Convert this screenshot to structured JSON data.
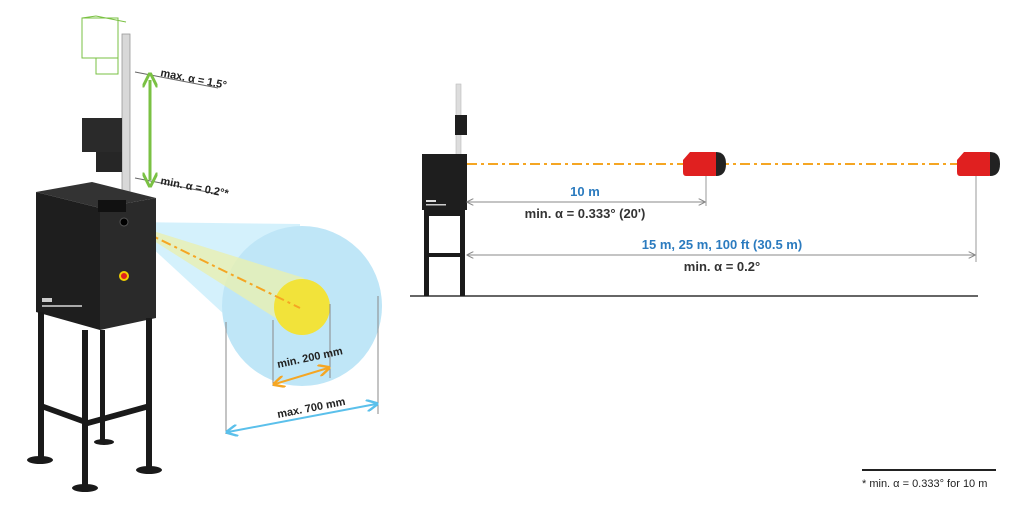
{
  "left_view": {
    "adjust_max_label": "max. α = 1.5°",
    "adjust_min_label": "min. α = 0.2°*",
    "spot_min_label": "min. 200 mm",
    "spot_max_label": "max. 700 mm"
  },
  "right_view": {
    "near_distance_label": "10 m",
    "near_angle_label": "min. α = 0.333° (20')",
    "far_distance_label": "15 m, 25 m, 100 ft (30.5 m)",
    "far_angle_label": "min. α = 0.2°"
  },
  "footnote": {
    "text": "* min. α = 0.333° for 10 m"
  },
  "colors": {
    "beam_dash": "#f5a623",
    "adjust_arrow": "#7ac143",
    "spot_inner": "#f2e33a",
    "spot_outer": "#bfe6f7",
    "min_arrow": "#f5a623",
    "max_arrow": "#5bc0eb",
    "distance_blue": "#2b7bbf",
    "target_red": "#e02020",
    "machine": "#1e1e1e"
  }
}
